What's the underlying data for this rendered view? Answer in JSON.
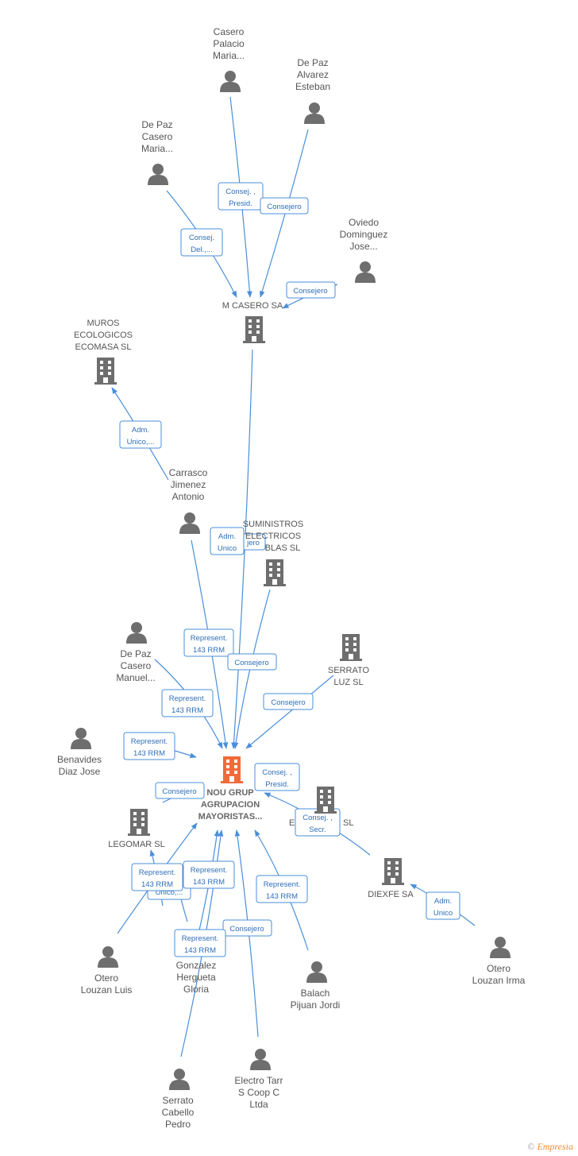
{
  "colors": {
    "edge": "#4a8fd9",
    "icon": "#6e6e6e",
    "main": "#f26a3a"
  },
  "main": {
    "label": [
      "NOU GRUP",
      "AGRUPACION",
      "MAYORISTAS..."
    ]
  },
  "companies": {
    "mcasero": [
      "M CASERO SA"
    ],
    "muros": [
      "MUROS",
      "ECOLOGICOS",
      "ECOMASA SL"
    ],
    "suministros": [
      "SUMINISTROS",
      "ELECTRICOS",
      "BLAS SL"
    ],
    "serrato_luz": [
      "SERRATO",
      "LUZ SL"
    ],
    "legomar": [
      "LEGOMAR SL"
    ],
    "e_sl": [
      "E",
      "SL"
    ],
    "diexfe": [
      "DIEXFE SA"
    ]
  },
  "people": {
    "casero_palacio": [
      "Casero",
      "Palacio",
      "Maria..."
    ],
    "depaz_alvarez": [
      "De Paz",
      "Alvarez",
      "Esteban"
    ],
    "depaz_casero_maria": [
      "De Paz",
      "Casero",
      "Maria..."
    ],
    "oviedo": [
      "Oviedo",
      "Dominguez",
      "Jose..."
    ],
    "carrasco": [
      "Carrasco",
      "Jimenez",
      "Antonio"
    ],
    "depaz_casero_manuel": [
      "De Paz",
      "Casero",
      "Manuel..."
    ],
    "benavides": [
      "Benavides",
      "Diaz Jose"
    ],
    "otero_luis": [
      "Otero",
      "Louzan Luis"
    ],
    "gonzalez": [
      "Gonzalez",
      "Hergueta",
      "Gloria"
    ],
    "balach": [
      "Balach",
      "Pijuan Jordi"
    ],
    "otero_irma": [
      "Otero",
      "Louzan Irma"
    ],
    "serrato_cabello": [
      "Serrato",
      "Cabello",
      "Pedro"
    ],
    "electro_tarr": [
      "Electro Tarr",
      "S Coop C",
      "Ltda"
    ]
  },
  "edge_labels": {
    "consej_presid": [
      "Consej. ,",
      "Presid."
    ],
    "consejero": [
      "Consejero"
    ],
    "consej_del": [
      "Consej.",
      "Del.,..."
    ],
    "adm_unico_dots": [
      "Adm.",
      "Unico,..."
    ],
    "adm_unico": [
      "Adm.",
      "Unico"
    ],
    "represent": [
      "Represent.",
      "143 RRM"
    ],
    "consej_secr": [
      "Consej. ,",
      "Secr."
    ],
    "unico_partial": [
      "Unico,..."
    ],
    "jero_partial": [
      "jero"
    ]
  },
  "footer": {
    "copyright": "©",
    "brand": "Empresia"
  }
}
